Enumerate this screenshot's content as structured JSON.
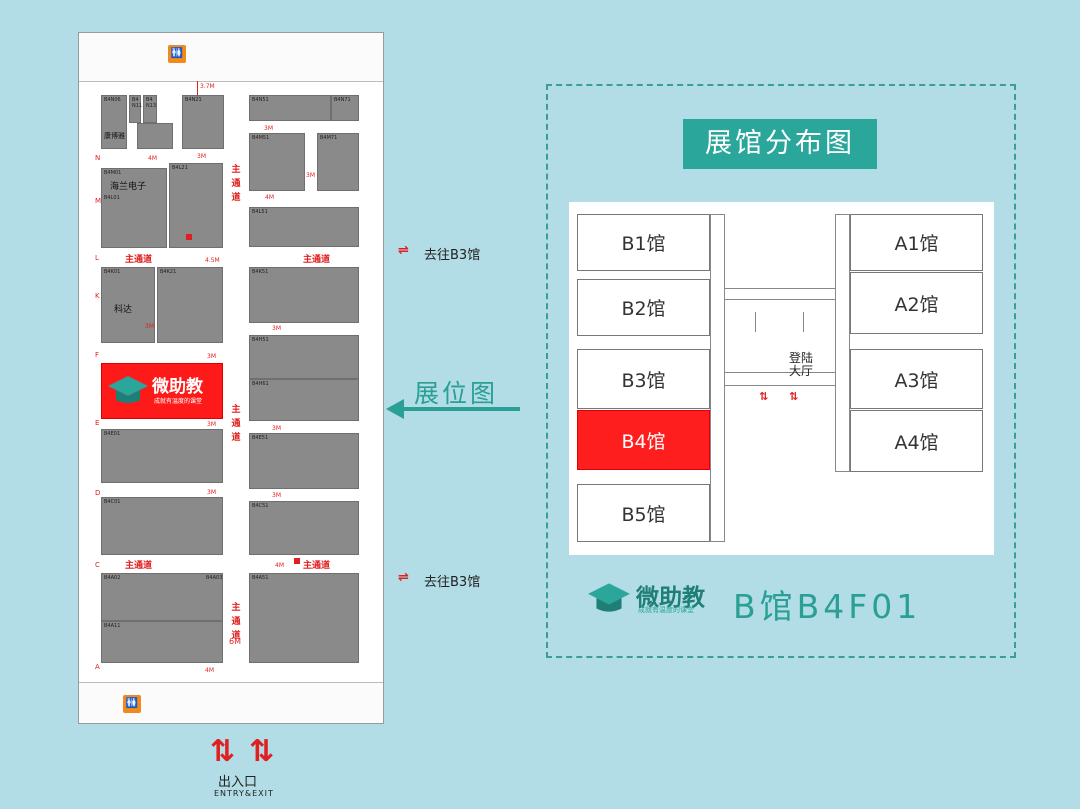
{
  "floorplan": {
    "highlight_booth": {
      "brand": "微助教",
      "slogan": "成就有温度的课堂",
      "code": "B4F01"
    },
    "booths": {
      "b4n06": {
        "code": "B4N06",
        "name": "康博雅"
      },
      "b4n11": {
        "code": "B4 N11"
      },
      "b4n13": {
        "code": "B4 N13"
      },
      "b4n21": {
        "code": "B4N21"
      },
      "b4n51": {
        "code": "B4N51"
      },
      "b4n71": {
        "code": "B4N71"
      },
      "b4m01": {
        "code": "B4M01",
        "name": "海兰电子"
      },
      "b4l01": {
        "code": "B4L01"
      },
      "b4l21": {
        "code": "B4L21"
      },
      "b4m51": {
        "code": "B4M51"
      },
      "b4m71": {
        "code": "B4M71"
      },
      "b4l51": {
        "code": "B4L51"
      },
      "b4k01": {
        "code": "B4K01",
        "name": "科达"
      },
      "b4k21": {
        "code": "B4K21"
      },
      "b4k51": {
        "code": "B4K51"
      },
      "b4h51": {
        "code": "B4H51"
      },
      "b4h61": {
        "code": "B4H61"
      },
      "b4e01": {
        "code": "B4E01"
      },
      "b4e51": {
        "code": "B4E51"
      },
      "b4c01": {
        "code": "B4C01"
      },
      "b4c51": {
        "code": "B4C51"
      },
      "b4a02": {
        "code": "B4A02"
      },
      "b4a03": {
        "code": "B4A03"
      },
      "b4a11": {
        "code": "B4A11"
      },
      "b4a51": {
        "code": "B4A51"
      }
    },
    "main_aisle": "主通道",
    "main_aisle_vertical": [
      "主",
      "通",
      "道"
    ],
    "row_letters": [
      "N",
      "M",
      "L",
      "K",
      "F",
      "E",
      "D",
      "C",
      "A"
    ],
    "dimensions": {
      "d37": "3.7M",
      "d4": "4M",
      "d3": "3M",
      "d45": "4.5M",
      "d6": "6M"
    },
    "to_b3": "去往B3馆",
    "exit_cn": "出入口",
    "exit_en": "ENTRY&EXIT",
    "restroom_icon": "restroom-icon"
  },
  "panel": {
    "title": "展馆分布图",
    "layout_label": "展位图",
    "halls_b": [
      "B1馆",
      "B2馆",
      "B3馆",
      "B4馆",
      "B5馆"
    ],
    "halls_a": [
      "A1馆",
      "A2馆",
      "A3馆",
      "A4馆"
    ],
    "lobby": "登陆大厅",
    "active_hall": "B4馆",
    "brand": "微助教",
    "slogan": "成就有温度的课堂",
    "booth_code": "B馆B4F01"
  },
  "colors": {
    "background": "#b2dce6",
    "accent": "#2aa69b",
    "highlight": "#ff1a1a",
    "aisle": "#e02020"
  }
}
